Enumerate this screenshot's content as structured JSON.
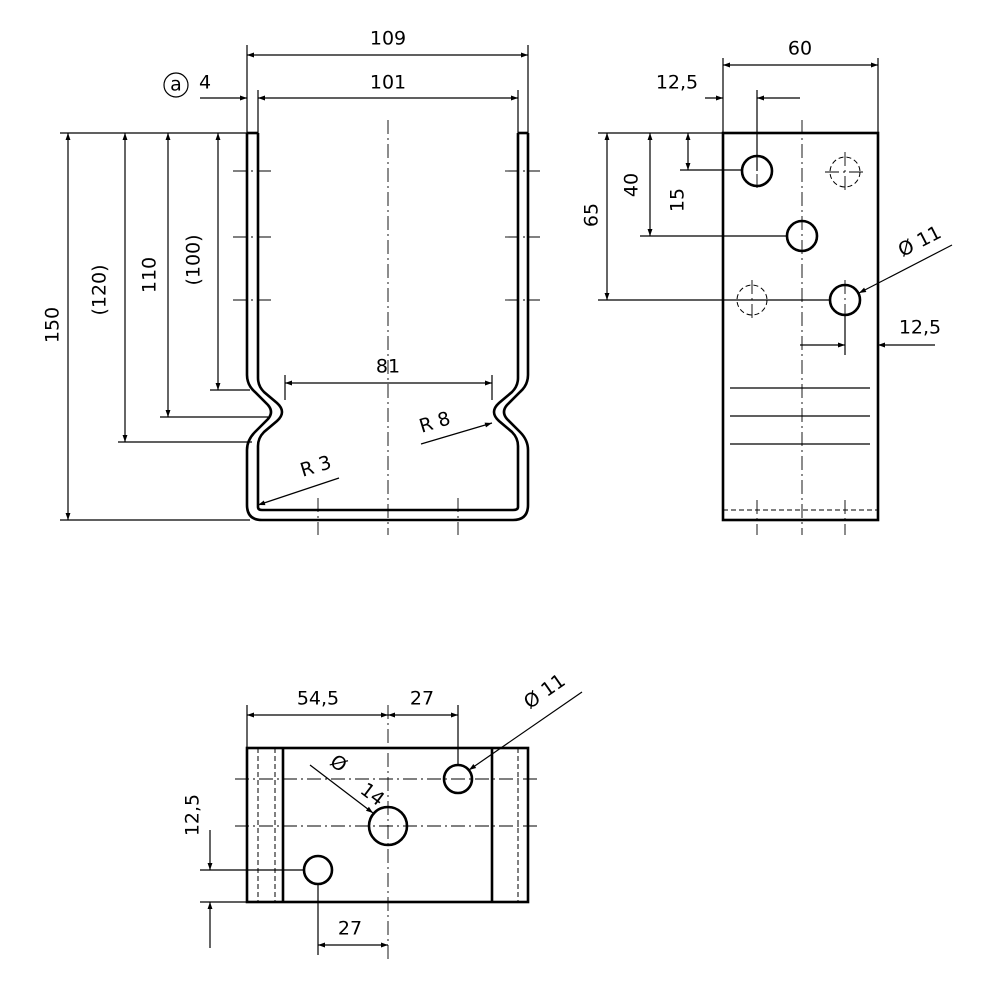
{
  "front_view": {
    "dim_overall_width": "109",
    "dim_inner_width": "101",
    "callout_marker": "a",
    "dim_thickness": "4",
    "dim_total_height": "150",
    "dim_height_120": "(120)",
    "dim_height_110": "110",
    "dim_height_100": "(100)",
    "dim_neck_width": "81",
    "radius_large": "R 8",
    "radius_small": "R 3"
  },
  "side_view": {
    "dim_width": "60",
    "dim_edge_top": "12,5",
    "dim_65": "65",
    "dim_40": "40",
    "dim_15": "15",
    "hole_diameter": "Ø 11",
    "dim_edge_right": "12,5"
  },
  "top_view": {
    "dim_54_5": "54,5",
    "dim_27_top": "27",
    "hole_diameter_small": "Ø 11",
    "hole_diameter_symbol": "Ø",
    "hole_diameter_large": "14",
    "dim_12_5": "12,5",
    "dim_27_bottom": "27"
  }
}
